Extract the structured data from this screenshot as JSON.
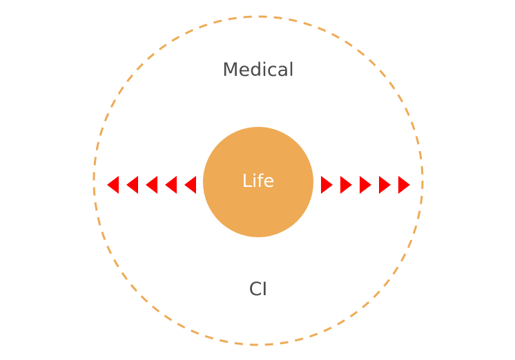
{
  "outer_label_top": "Medical",
  "outer_label_bottom": "CI",
  "center_label": "Life",
  "colors": {
    "circle": "#eeaa55",
    "arrows": "#ff0000",
    "text": "#4a4a4a",
    "center_text": "#ffffff"
  },
  "arrows_per_side": 5
}
